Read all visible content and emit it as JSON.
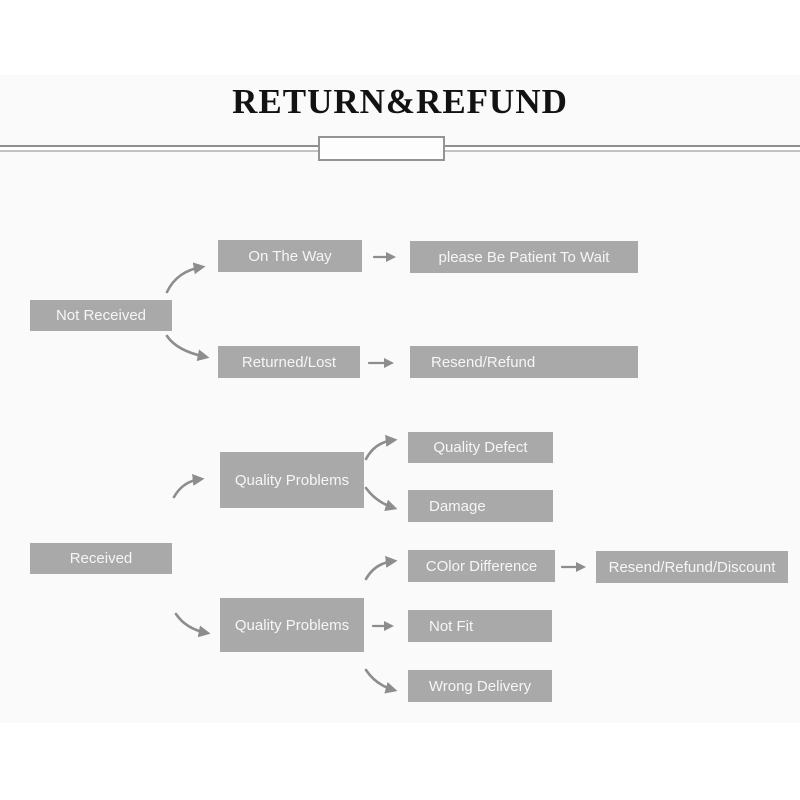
{
  "page": {
    "title": "RETURN&REFUND"
  },
  "colors": {
    "page_background": "#ffffff",
    "panel_background": "#fafafa",
    "node_fill": "#a9a9a9",
    "node_text": "#f6f6f6",
    "arrow": "#8d8d8d",
    "title_text": "#121212",
    "rule_dark": "#8f8f8f",
    "rule_light": "#c2c2c2"
  },
  "flowchart": {
    "nodes": {
      "not_received": {
        "label": "Not Received"
      },
      "on_the_way": {
        "label": "On The Way"
      },
      "be_patient": {
        "label": "please Be Patient To Wait"
      },
      "returned_lost": {
        "label": "Returned/Lost"
      },
      "resend_refund": {
        "label": "Resend/Refund"
      },
      "quality_problems_a": {
        "label": "Quality Problems"
      },
      "quality_defect": {
        "label": "Quality Defect"
      },
      "damage": {
        "label": "Damage"
      },
      "received": {
        "label": "Received"
      },
      "quality_problems_b": {
        "label": "Quality Problems"
      },
      "color_difference": {
        "label": "COlor Difference"
      },
      "resend_refund_discount": {
        "label": "Resend/Refund/Discount"
      },
      "not_fit": {
        "label": "Not Fit"
      },
      "wrong_delivery": {
        "label": "Wrong Delivery"
      }
    },
    "edges": [
      {
        "from": "not_received",
        "to": "on_the_way"
      },
      {
        "from": "on_the_way",
        "to": "be_patient"
      },
      {
        "from": "not_received",
        "to": "returned_lost"
      },
      {
        "from": "returned_lost",
        "to": "resend_refund"
      },
      {
        "from": "received",
        "to": "quality_problems_a"
      },
      {
        "from": "quality_problems_a",
        "to": "quality_defect"
      },
      {
        "from": "quality_problems_a",
        "to": "damage"
      },
      {
        "from": "received",
        "to": "quality_problems_b"
      },
      {
        "from": "quality_problems_b",
        "to": "color_difference"
      },
      {
        "from": "color_difference",
        "to": "resend_refund_discount"
      },
      {
        "from": "quality_problems_b",
        "to": "not_fit"
      },
      {
        "from": "quality_problems_b",
        "to": "wrong_delivery"
      }
    ]
  }
}
